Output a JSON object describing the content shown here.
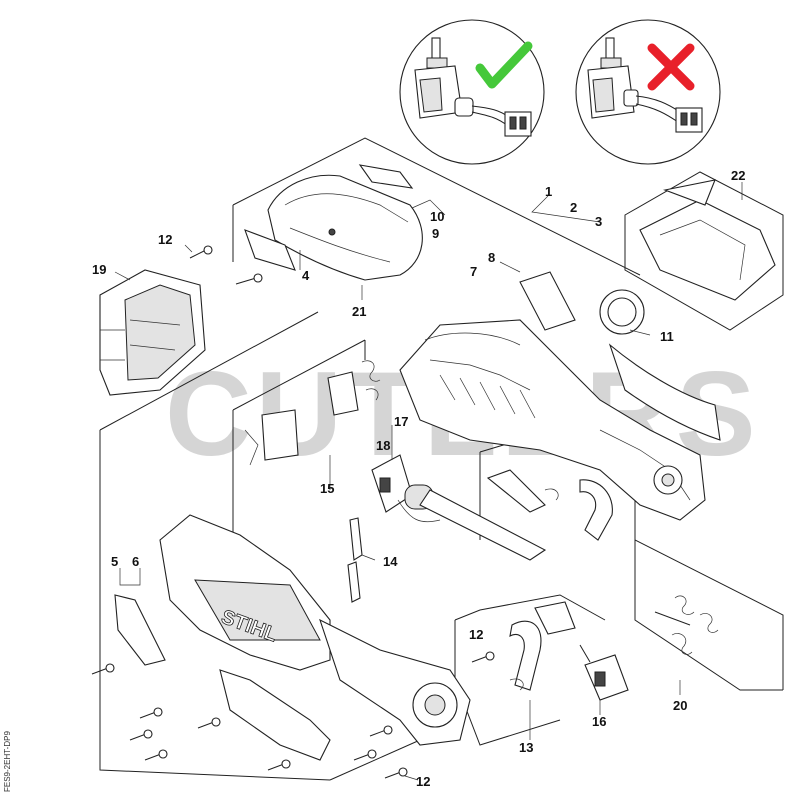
{
  "diagram": {
    "watermark": "CUTLERS",
    "image_code": "FES9-2EHT-DP9",
    "check_mark_color": "#45c83a",
    "cross_mark_color": "#e8202a",
    "brand_logo": "STIHL",
    "callouts": {
      "c1": "1",
      "c2": "2",
      "c3": "3",
      "c4": "4",
      "c5": "5",
      "c6": "6",
      "c7": "7",
      "c8": "8",
      "c9": "9",
      "c10": "10",
      "c11": "11",
      "c12a": "12",
      "c12b": "12",
      "c12c": "12",
      "c13": "13",
      "c14": "14",
      "c15": "15",
      "c16": "16",
      "c17": "17",
      "c18": "18",
      "c19": "19",
      "c20": "20",
      "c21": "21",
      "c22": "22"
    }
  }
}
